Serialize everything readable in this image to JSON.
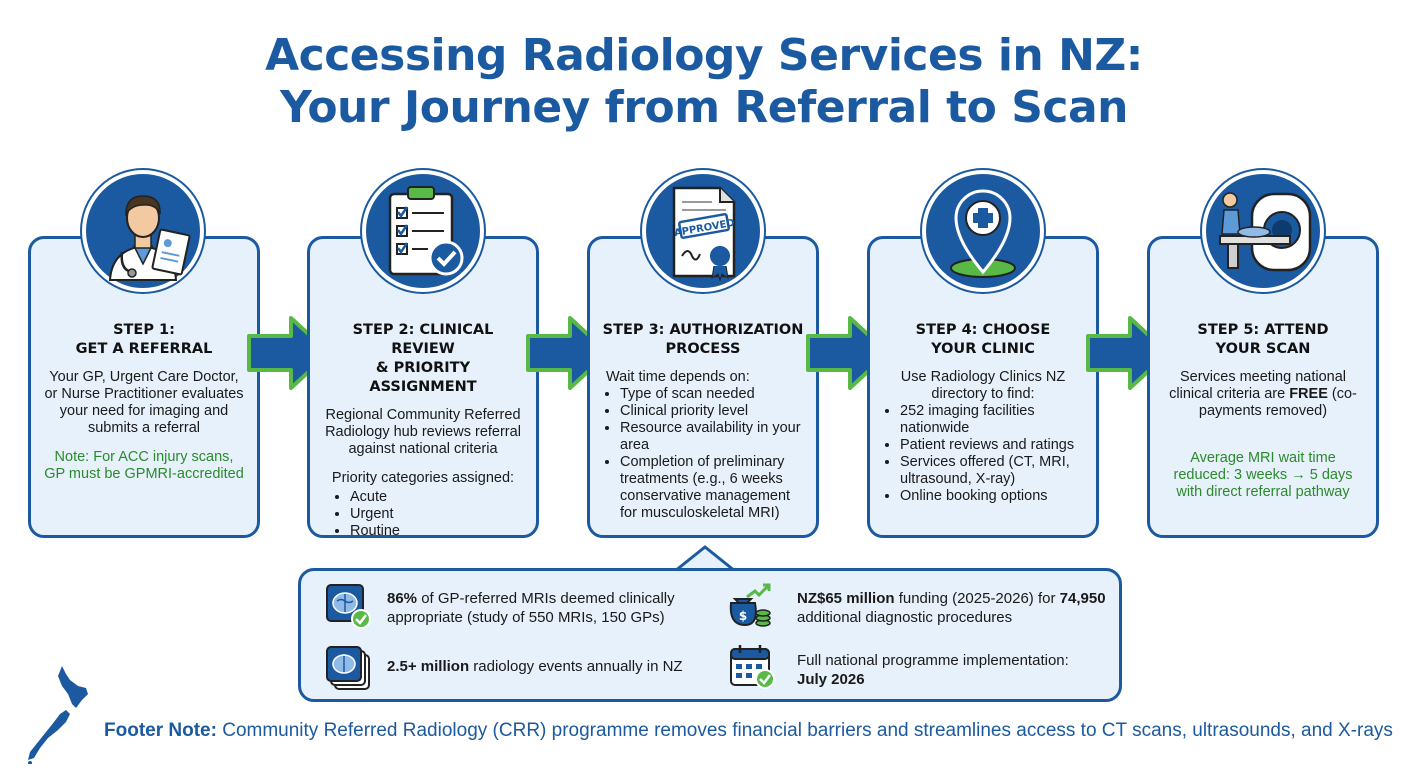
{
  "title": {
    "line1": "Accessing Radiology Services in NZ:",
    "line2": "Your Journey from Referral to Scan"
  },
  "colors": {
    "primary": "#1b5aa0",
    "card_bg": "#e6f1fb",
    "arrow": "#1b5aa0",
    "arrow_outline": "#58b947",
    "note": "#2b8a2b"
  },
  "steps": [
    {
      "icon": "doctor-icon",
      "heading1": "STEP 1:",
      "heading2": "GET A REFERRAL",
      "body": "Your GP, Urgent Care Doctor, or Nurse Practitioner evaluates your need for imaging and submits a referral",
      "note": "Note: For ACC injury scans, GP must be GPMRI-accredited"
    },
    {
      "icon": "clipboard-checklist-icon",
      "heading1": "STEP 2: CLINICAL REVIEW",
      "heading2": "& PRIORITY ASSIGNMENT",
      "body": "Regional Community Referred Radiology hub reviews referral against national criteria",
      "sub": "Priority categories assigned:",
      "items": [
        "Acute",
        "Urgent",
        "Routine"
      ]
    },
    {
      "icon": "approved-document-icon",
      "heading1": "STEP 3: AUTHORIZATION",
      "heading2": "PROCESS",
      "lead": "Wait time depends on:",
      "items": [
        "Type of scan needed",
        "Clinical priority level",
        "Resource availability in your area",
        "Completion of preliminary treatments (e.g., 6 weeks conservative management for musculoskeletal MRI)"
      ]
    },
    {
      "icon": "map-pin-cross-icon",
      "heading1": "STEP 4: CHOOSE",
      "heading2": "YOUR CLINIC",
      "body": "Use Radiology Clinics NZ directory to find:",
      "items": [
        "252 imaging facilities nationwide",
        "Patient reviews and ratings",
        "Services offered (CT, MRI, ultrasound, X-ray)",
        "Online booking options"
      ]
    },
    {
      "icon": "mri-scanner-icon",
      "heading1": "STEP 5: ATTEND",
      "heading2": "YOUR SCAN",
      "body_pre": "Services meeting national clinical criteria are ",
      "body_bold": "FREE",
      "body_post": " (co-payments removed)",
      "note": "Average MRI wait time reduced: 3 weeks → 5 days with direct referral pathway"
    }
  ],
  "stats": [
    {
      "icon": "brain-scan-check-icon",
      "bold": "86%",
      "text": " of GP-referred MRIs deemed clinically appropriate (study of 550 MRIs, 150 GPs)"
    },
    {
      "icon": "brain-scan-stack-icon",
      "bold": "2.5+ million",
      "text": " radiology events annually in NZ"
    },
    {
      "icon": "money-growth-icon",
      "bold": "NZ$65 million",
      "text": " funding (2025-2026) for ",
      "bold2": "74,950",
      "text2": " additional diagnostic procedures"
    },
    {
      "icon": "calendar-check-icon",
      "text": "Full national programme implementation:",
      "bold": "July 2026"
    }
  ],
  "footer": {
    "label": "Footer Note:",
    "text": " Community Referred Radiology (CRR) programme removes financial barriers and streamlines access to CT scans, ultrasounds, and X-rays"
  }
}
